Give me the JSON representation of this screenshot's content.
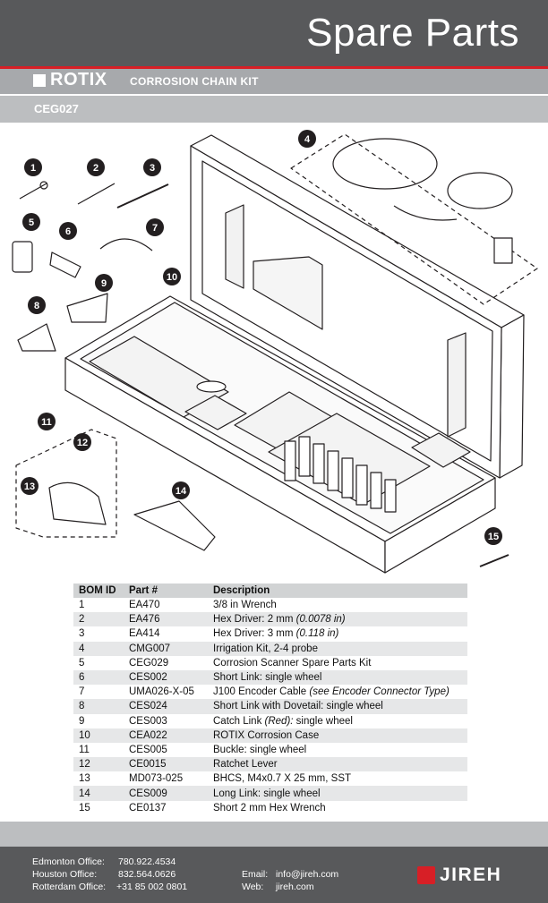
{
  "header": {
    "title": "Spare Parts"
  },
  "banner": {
    "brand": "ROTIX",
    "kit_name": "CORROSION CHAIN KIT",
    "part_code": "CEG027"
  },
  "callouts": [
    "1",
    "2",
    "3",
    "4",
    "5",
    "6",
    "7",
    "8",
    "9",
    "10",
    "11",
    "12",
    "13",
    "14",
    "15"
  ],
  "bom": {
    "headers": [
      "BOM ID",
      "Part #",
      "Description"
    ],
    "rows": [
      {
        "id": "1",
        "part": "EA470",
        "desc": "3/8 in Wrench",
        "note": ""
      },
      {
        "id": "2",
        "part": "EA476",
        "desc": "Hex Driver: 2 mm ",
        "note": "(0.0078 in)"
      },
      {
        "id": "3",
        "part": "EA414",
        "desc": "Hex Driver: 3 mm ",
        "note": "(0.118 in)"
      },
      {
        "id": "4",
        "part": "CMG007",
        "desc": "Irrigation Kit, 2-4 probe",
        "note": ""
      },
      {
        "id": "5",
        "part": "CEG029",
        "desc": "Corrosion Scanner Spare Parts Kit",
        "note": ""
      },
      {
        "id": "6",
        "part": "CES002",
        "desc": "Short Link: single wheel",
        "note": ""
      },
      {
        "id": "7",
        "part": "UMA026-X-05",
        "desc": "J100 Encoder Cable ",
        "note": "(see Encoder Connector Type)"
      },
      {
        "id": "8",
        "part": "CES024",
        "desc": "Short Link with Dovetail: single wheel",
        "note": ""
      },
      {
        "id": "9",
        "part": "CES003",
        "desc": "Catch Link ",
        "note": "(Red):",
        "after": " single wheel"
      },
      {
        "id": "10",
        "part": "CEA022",
        "desc": "ROTIX Corrosion Case",
        "note": ""
      },
      {
        "id": "11",
        "part": "CES005",
        "desc": "Buckle: single wheel",
        "note": ""
      },
      {
        "id": "12",
        "part": "CE0015",
        "desc": "Ratchet Lever",
        "note": ""
      },
      {
        "id": "13",
        "part": "MD073-025",
        "desc": "BHCS, M4x0.7 X 25 mm, SST",
        "note": ""
      },
      {
        "id": "14",
        "part": "CES009",
        "desc": "Long Link: single wheel",
        "note": ""
      },
      {
        "id": "15",
        "part": "CE0137",
        "desc": "Short 2 mm Hex Wrench",
        "note": ""
      }
    ]
  },
  "footer": {
    "offices": [
      {
        "label": "Edmonton Office:",
        "phone": "780.922.4534"
      },
      {
        "label": "Houston Office:",
        "phone": "832.564.0626"
      },
      {
        "label": "Rotterdam Office:",
        "phone": "+31 85 002 0801"
      }
    ],
    "email_label": "Email:",
    "email": "info@jireh.com",
    "web_label": "Web:",
    "web": "jireh.com",
    "logo": "JIREH"
  },
  "colors": {
    "dark": "#58595b",
    "accent": "#d71f26",
    "band": "#a7a9ac",
    "band_light": "#bcbec0"
  }
}
